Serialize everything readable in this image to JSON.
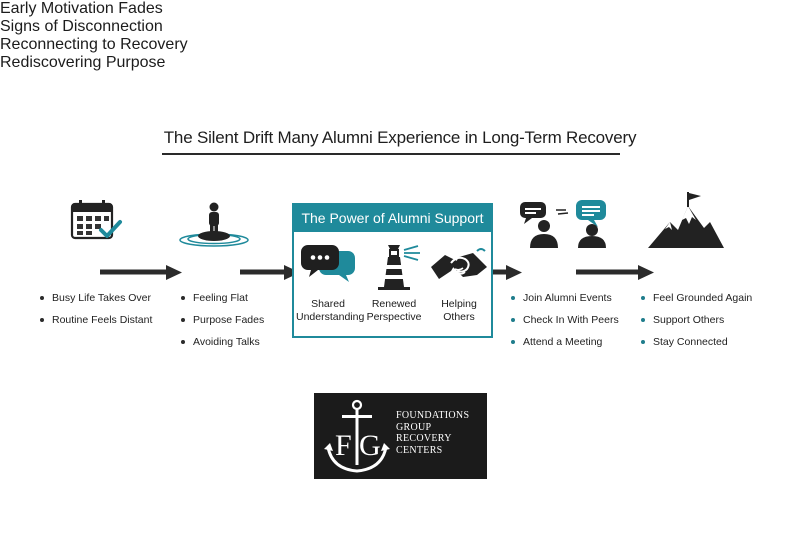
{
  "title": "The Silent Drift Many Alumni Experience in Long-Term Recovery",
  "stages": [
    {
      "label": "Early Motivation Fades",
      "icon": "calendar-check-icon",
      "bullets": [
        "Busy Life Takes Over",
        "Routine Feels Distant"
      ]
    },
    {
      "label": "Signs of Disconnection",
      "icon": "isolated-person-icon",
      "bullets": [
        "Feeling Flat",
        "Purpose Fades",
        "Avoiding Talks"
      ]
    },
    {
      "label": "Reconnecting to Recovery",
      "icon": "two-people-talking-icon",
      "bullets": [
        "Join Alumni Events",
        "Check In With Peers",
        "Attend a Meeting"
      ]
    },
    {
      "label": "Rediscovering Purpose",
      "icon": "mountain-flag-icon",
      "bullets": [
        "Feel Grounded Again",
        "Support Others",
        "Stay Connected"
      ]
    }
  ],
  "support": {
    "title": "The Power of Alumni Support",
    "items": [
      {
        "line1": "Shared",
        "line2": "Understanding",
        "icon": "chat-bubbles-icon"
      },
      {
        "line1": "Renewed",
        "line2": "Perspective",
        "icon": "lighthouse-icon"
      },
      {
        "line1": "Helping",
        "line2": "Others",
        "icon": "handshake-icon"
      }
    ]
  },
  "logo": {
    "lines": [
      "FOUNDATIONS",
      "GROUP",
      "RECOVERY",
      "CENTERS"
    ],
    "monogram": "FG"
  },
  "colors": {
    "teal": "#1f8a9b",
    "dark": "#1b1b1b",
    "arrow": "#2b2b2b"
  }
}
